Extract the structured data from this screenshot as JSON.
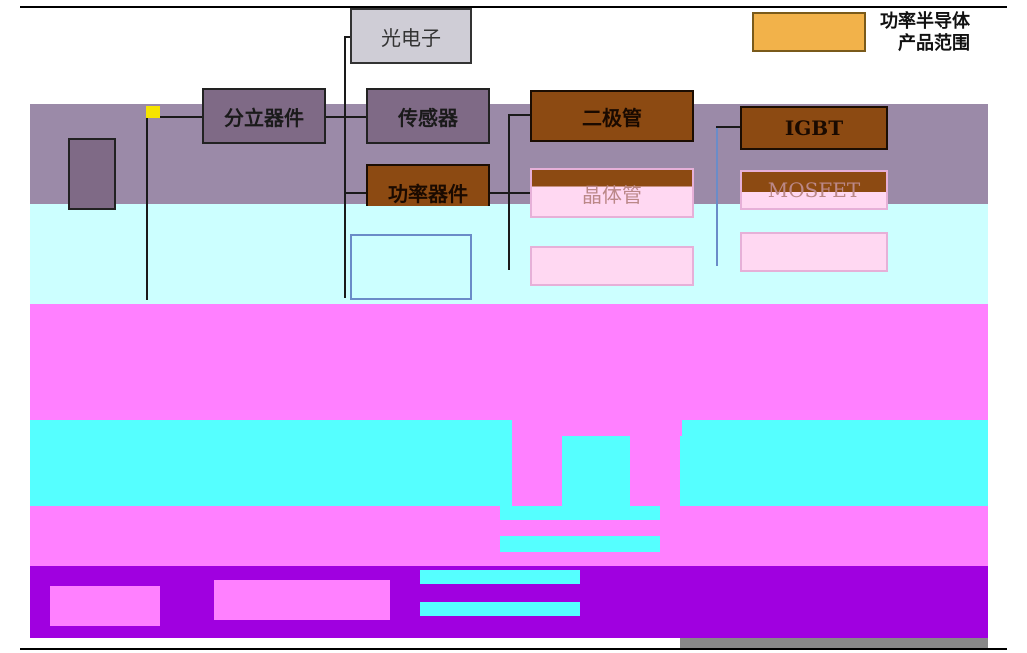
{
  "legend": {
    "line1": "功率半导体",
    "line2": "产品范围",
    "swatch_color": "#f2b24a"
  },
  "nodes": {
    "optoelectronics": "光电子",
    "discrete": "分立器件",
    "sensor": "传感器",
    "power_device": "功率器件",
    "diode": "二极管",
    "transistor": "晶体管",
    "igbt": "IGBT",
    "mosfet": "MOSFET"
  },
  "colors": {
    "highlight": "#8c4a12",
    "neutral_box": "#7f6a86",
    "band_purple": "#9b8aa8",
    "band_cyan": "#ccffff",
    "band_magenta": "#ff80ff",
    "band_cyan_alt": "#55ffff",
    "band_violet": "#a000e0"
  }
}
